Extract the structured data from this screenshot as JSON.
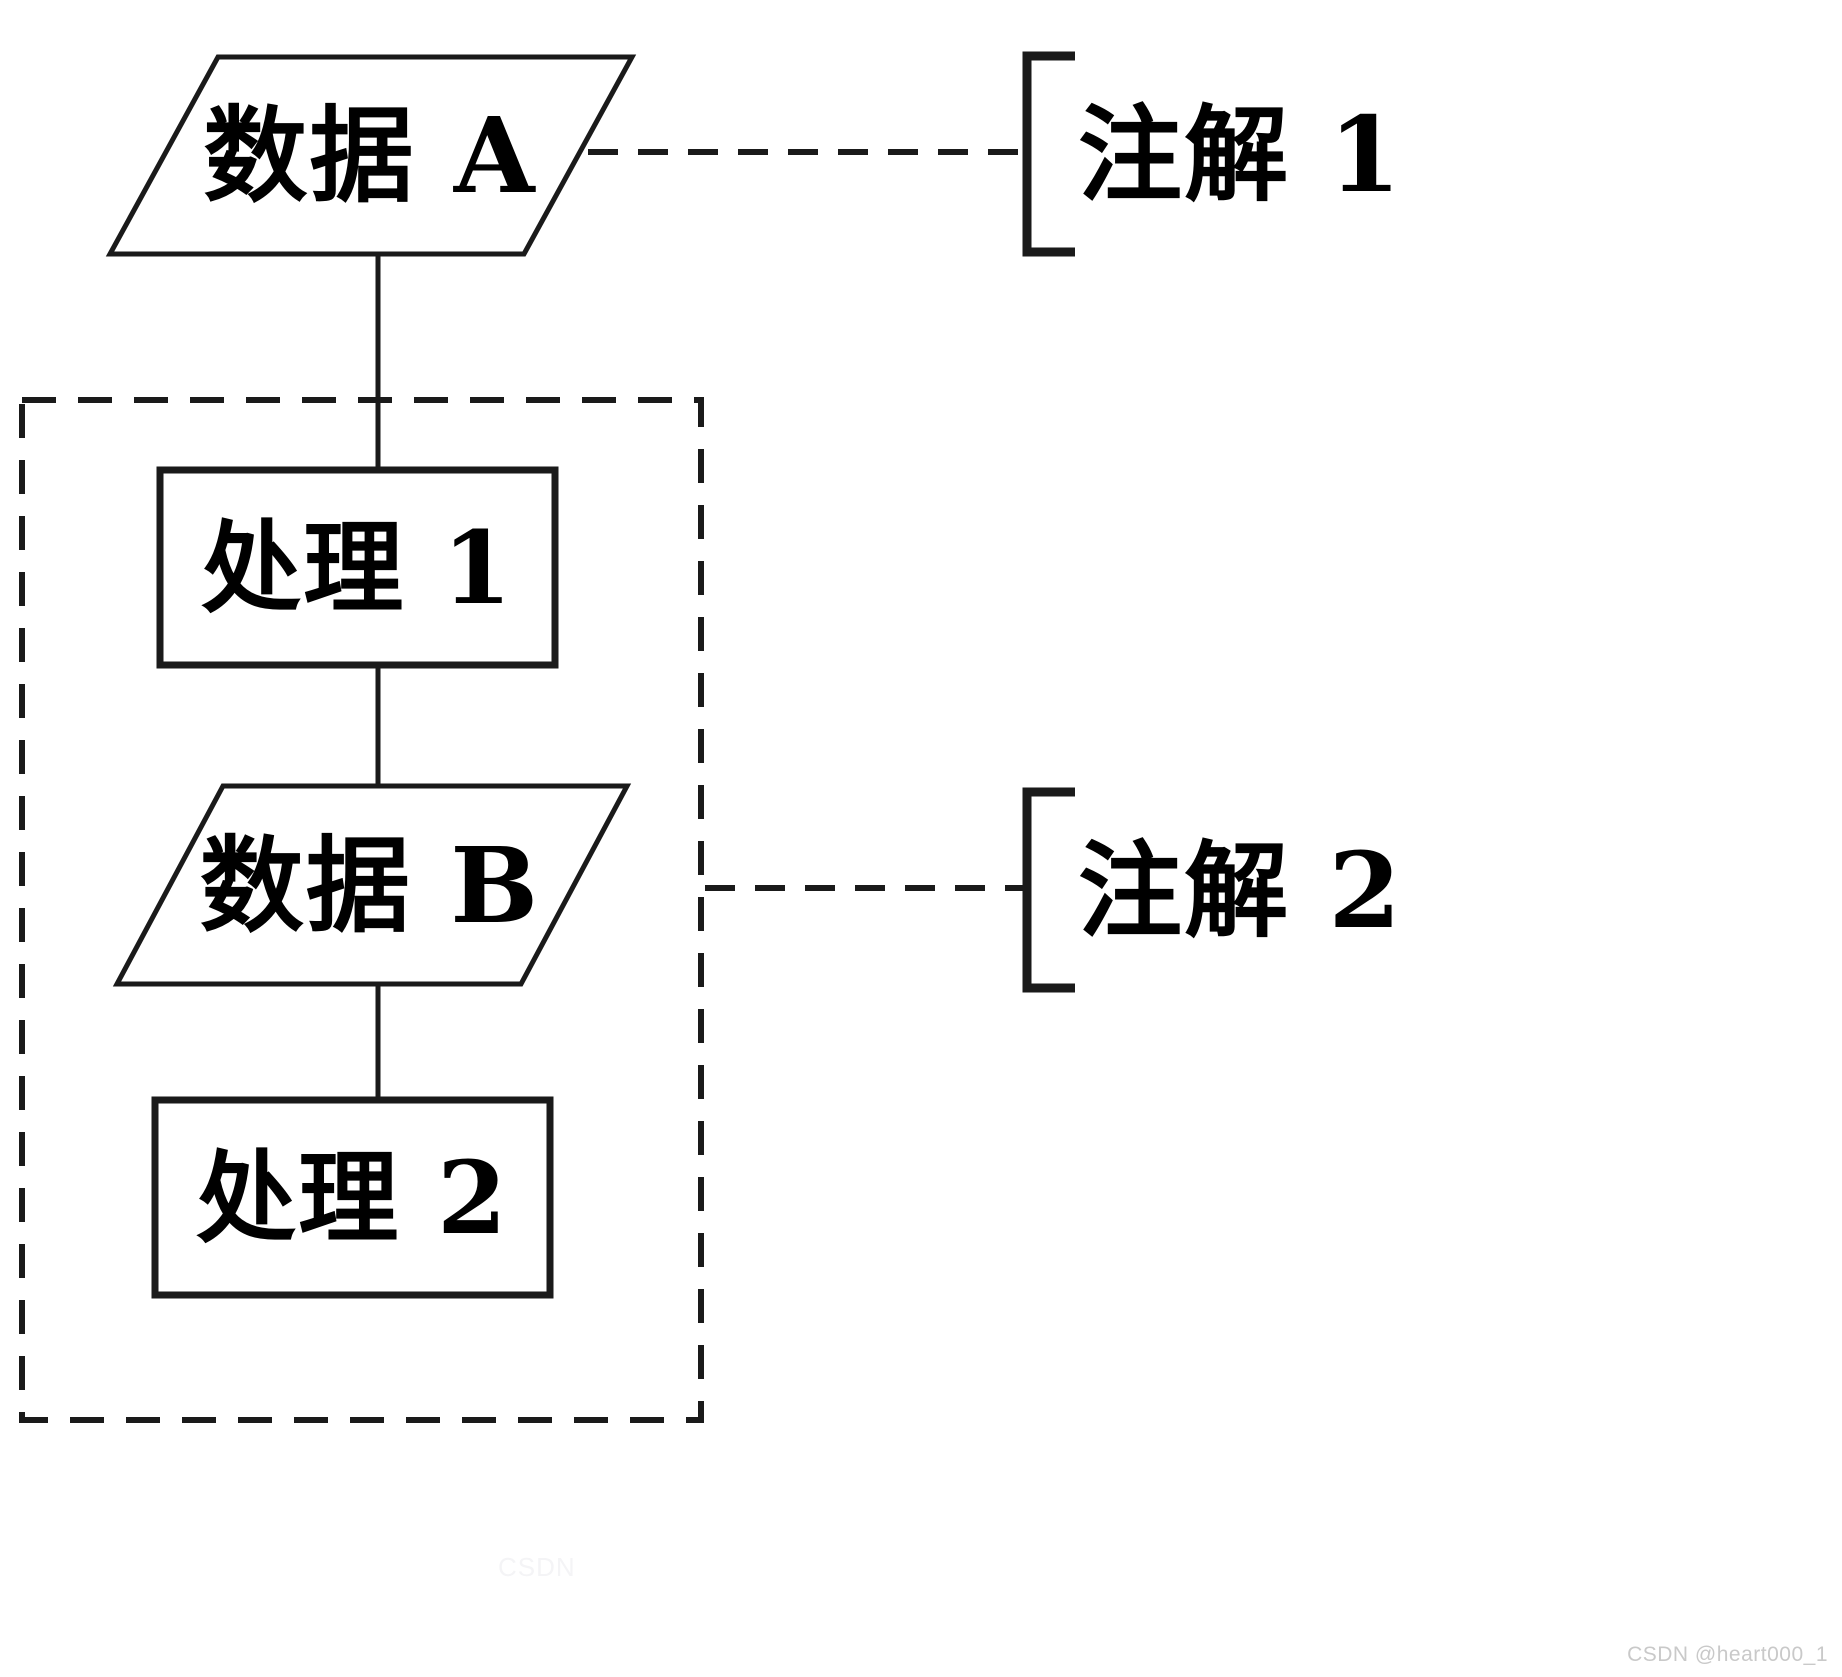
{
  "diagram": {
    "type": "flowchart",
    "orientation": "top-to-bottom",
    "nodes": [
      {
        "id": "data-a",
        "label": "数据 A",
        "shape": "parallelogram"
      },
      {
        "id": "process-1",
        "label": "处理 1",
        "shape": "rectangle"
      },
      {
        "id": "data-b",
        "label": "数据 B",
        "shape": "parallelogram"
      },
      {
        "id": "process-2",
        "label": "处理 2",
        "shape": "rectangle"
      }
    ],
    "annotations": [
      {
        "id": "annotation-1",
        "label": "注解 1",
        "attached_to": "data-a",
        "bracket": "left-square-bracket",
        "connector": "dashed"
      },
      {
        "id": "annotation-2",
        "label": "注解 2",
        "attached_to": "group-1",
        "bracket": "left-square-bracket",
        "connector": "dashed"
      }
    ],
    "groups": [
      {
        "id": "group-1",
        "border": "dashed",
        "contains": [
          "process-1",
          "data-b",
          "process-2"
        ]
      }
    ],
    "edges": [
      {
        "from": "data-a",
        "to": "process-1",
        "style": "solid"
      },
      {
        "from": "process-1",
        "to": "data-b",
        "style": "solid"
      },
      {
        "from": "data-b",
        "to": "process-2",
        "style": "solid"
      }
    ],
    "colors": {
      "stroke": "#000000",
      "background": "#ffffff",
      "watermark": "#c9c9c9"
    }
  },
  "watermark": {
    "text": "CSDN @heart000_1",
    "faint_text": "CSDN"
  }
}
